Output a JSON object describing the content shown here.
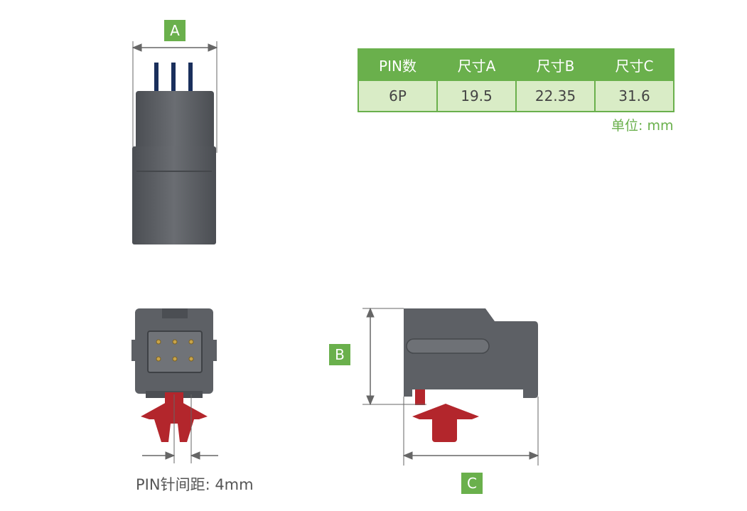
{
  "dimension_tags": {
    "a": "A",
    "b": "B",
    "c": "C"
  },
  "table": {
    "headers": [
      "PIN数",
      "尺寸A",
      "尺寸B",
      "尺寸C"
    ],
    "row": [
      "6P",
      "19.5",
      "22.35",
      "31.6"
    ]
  },
  "unit_label": "单位: mm",
  "pin_pitch_label": "PIN针间距: 4mm",
  "colors": {
    "accent": "#6ab04c",
    "housing": "#5a5d62",
    "clip": "#b3262c",
    "wire": "#1a2f5c"
  }
}
